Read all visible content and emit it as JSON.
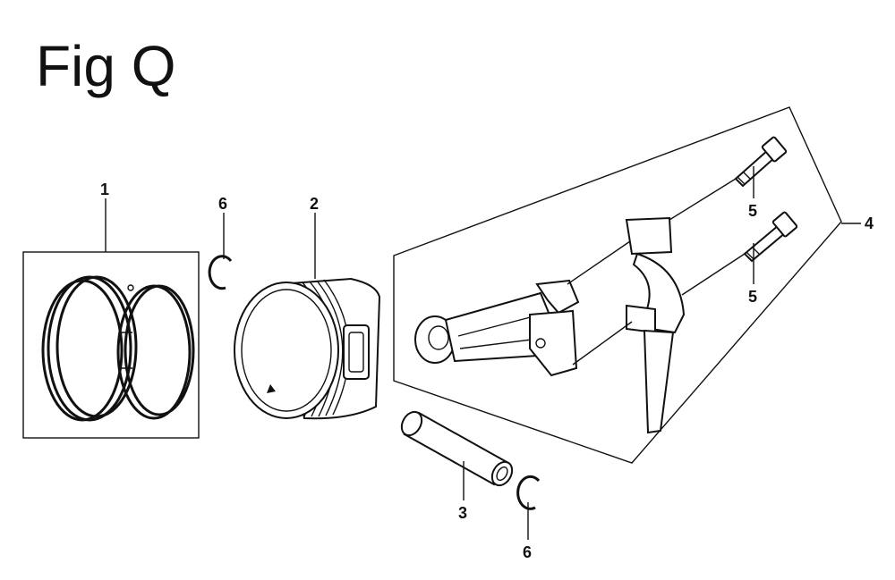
{
  "figure": {
    "title": "Fig Q"
  },
  "callouts": {
    "c1": "1",
    "c2": "2",
    "c3": "3",
    "c4": "4",
    "c5a": "5",
    "c5b": "5",
    "c6a": "6",
    "c6b": "6"
  },
  "parts": [
    {
      "ref": "1",
      "icon": "piston-ring-set-icon"
    },
    {
      "ref": "2",
      "icon": "piston-icon"
    },
    {
      "ref": "3",
      "icon": "piston-pin-icon"
    },
    {
      "ref": "4",
      "icon": "connecting-rod-assembly-icon"
    },
    {
      "ref": "5",
      "icon": "connecting-rod-bolt-icon"
    },
    {
      "ref": "6",
      "icon": "pin-clip-icon"
    }
  ]
}
